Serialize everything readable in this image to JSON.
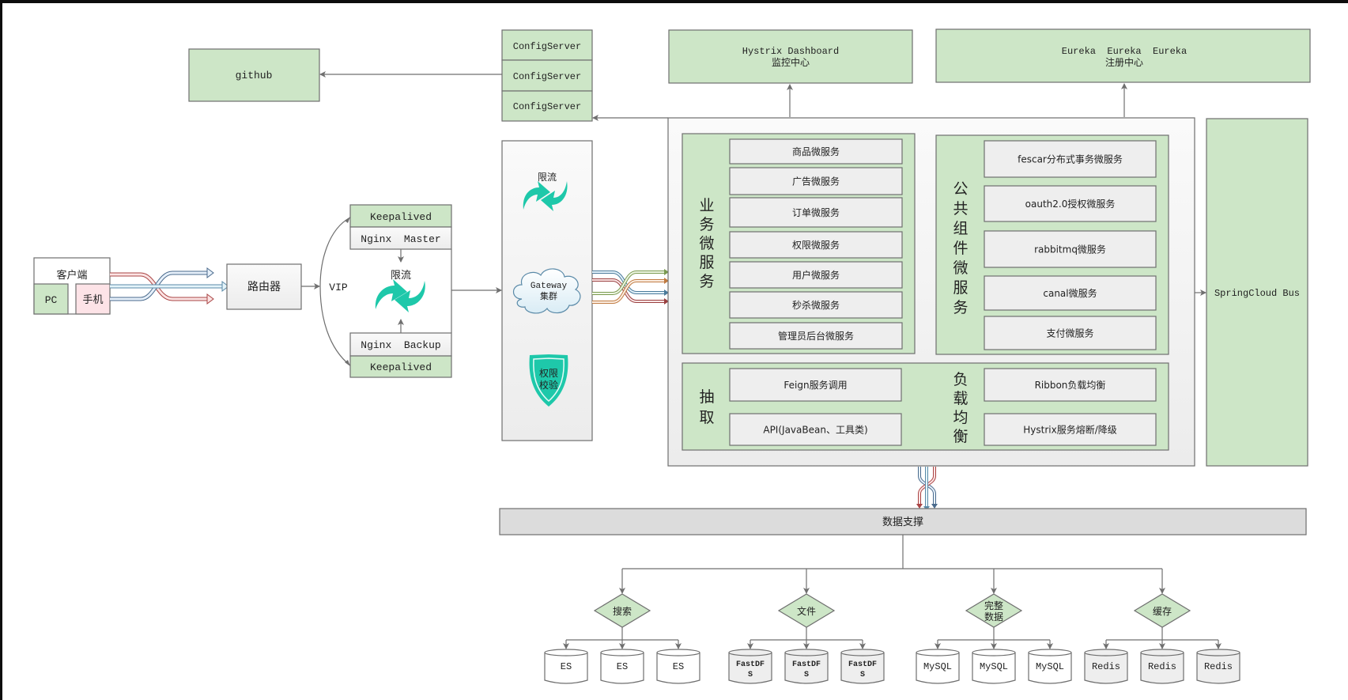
{
  "clients": {
    "title": "客户端",
    "pc": "PC",
    "mobile": "手机"
  },
  "router": "路由器",
  "vip": "VIP",
  "nginx": {
    "master_keepalived": "Keepalived",
    "master": "Nginx  Master",
    "rate_limit": "限流",
    "backup": "Nginx  Backup",
    "backup_keepalived": "Keepalived"
  },
  "github": "github",
  "config_servers": [
    "ConfigServer",
    "ConfigServer",
    "ConfigServer"
  ],
  "gateway": {
    "rate_limit": "限流",
    "cluster_line1": "Gateway",
    "cluster_line2": "集群",
    "auth_line1": "权限",
    "auth_line2": "校验"
  },
  "hystrix_dashboard": {
    "line1": "Hystrix Dashboard",
    "line2": "监控中心"
  },
  "eureka": {
    "line1": "Eureka  Eureka  Eureka",
    "line2": "注册中心"
  },
  "business_group": {
    "label": [
      "业",
      "务",
      "微",
      "服",
      "务"
    ],
    "items": [
      "商品微服务",
      "广告微服务",
      "订单微服务",
      "权限微服务",
      "用户微服务",
      "秒杀微服务",
      "管理员后台微服务"
    ]
  },
  "common_group": {
    "label": [
      "公",
      "共",
      "组",
      "件",
      "微",
      "服",
      "务"
    ],
    "items": [
      "fescar分布式事务微服务",
      "oauth2.0授权微服务",
      "rabbitmq微服务",
      "canal微服务",
      "支付微服务"
    ]
  },
  "extract_group": {
    "label": [
      "抽",
      "取"
    ],
    "items": [
      "Feign服务调用",
      "API(JavaBean、工具类)"
    ]
  },
  "lb_group": {
    "label": [
      "负",
      "载",
      "均",
      "衡"
    ],
    "items": [
      "Ribbon负载均衡",
      "Hystrix服务熔断/降级"
    ]
  },
  "springcloud_bus": "SpringCloud Bus",
  "data_support": "数据支撑",
  "data_categories": [
    {
      "label": [
        "搜索"
      ],
      "stores": [
        "ES",
        "ES",
        "ES"
      ],
      "shaded": false
    },
    {
      "label": [
        "文件"
      ],
      "stores": [
        [
          "FastDF",
          "S"
        ],
        [
          "FastDF",
          "S"
        ],
        [
          "FastDF",
          "S"
        ]
      ],
      "shaded": true
    },
    {
      "label": [
        "完整",
        "数据"
      ],
      "stores": [
        "MySQL",
        "MySQL",
        "MySQL"
      ],
      "shaded": false
    },
    {
      "label": [
        "缓存"
      ],
      "stores": [
        "Redis",
        "Redis",
        "Redis"
      ],
      "shaded": true
    }
  ],
  "colors": {
    "green_fill": "#cde6c7",
    "gray_fill": "#eeeeee",
    "panel_fill": "#f5f5f5",
    "pink_fill": "#fde3e7",
    "teal_icon": "#1ec8aa",
    "border": "#6f6f6f",
    "data_bar": "#dcdcdc"
  }
}
